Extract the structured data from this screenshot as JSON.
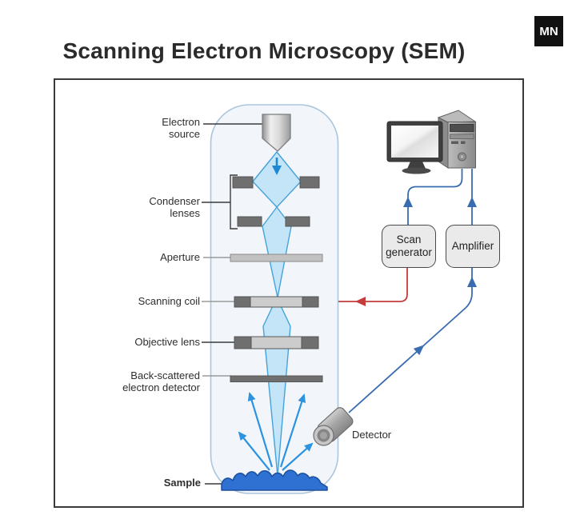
{
  "header": {
    "title": "Scanning Electron Microscopy (SEM)",
    "logo_text": "MN"
  },
  "labels": {
    "electron_source": "Electron source",
    "condenser_lenses": "Condenser lenses",
    "aperture": "Aperture",
    "scanning_coil": "Scanning coil",
    "objective_lens": "Objective lens",
    "backscattered_detector": "Back-scattered electron detector",
    "sample": "Sample",
    "detector": "Detector"
  },
  "components": {
    "scan_generator": "Scan generator",
    "amplifier": "Amplifier"
  },
  "colors": {
    "beam_fill": "#a6daf3",
    "beam_stroke": "#46a2d9",
    "scatter_arrow_blue": "#2d93e0",
    "signal_line_blue": "#3a6cb0",
    "signal_line_red": "#c43c3c",
    "sample_fill": "#2e71d3",
    "sample_stroke": "#1c4f9c",
    "column_fill": "#f2f6fb",
    "column_stroke": "#abc5dd",
    "lens_dark_gray": "#6f6f6f",
    "lens_light_gray": "#cccccc",
    "frame_border": "#3a3a3a",
    "logo_bg": "#111111"
  }
}
